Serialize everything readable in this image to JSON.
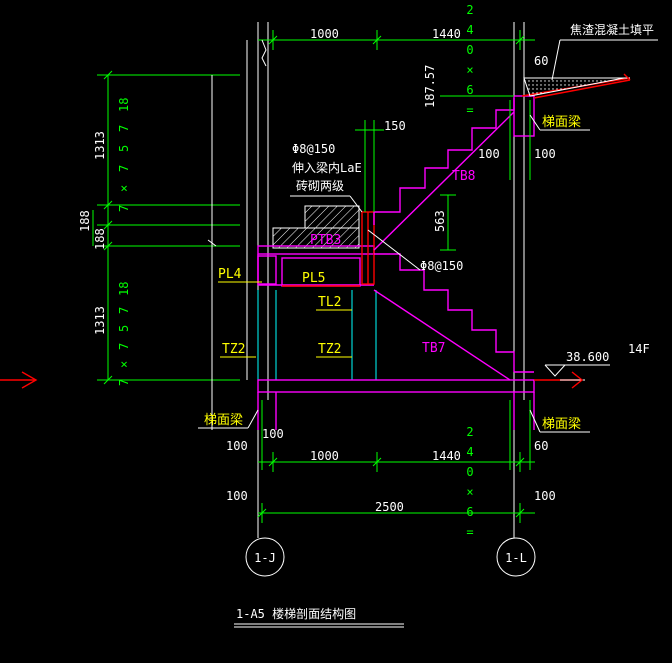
{
  "drawing": {
    "title": "1-A5 楼梯剖面结构图",
    "axis_left": "1-J",
    "axis_right": "1-L",
    "colors": {
      "background": "#000000",
      "dimension": "#00ff00",
      "outline": "#ffffff",
      "stair": "#ff00ff",
      "column": "#00ffff",
      "beam": "#ff0000",
      "label": "#ffff00"
    }
  },
  "dims": {
    "top_1000": "1000",
    "top_1440": "1440",
    "bottom_1000": "1000",
    "bottom_1440": "1440",
    "total_2500": "2500",
    "d150": "150",
    "d60_top": "60",
    "d100_right_a": "100",
    "d100_right_b": "100",
    "d100_right_c": "100",
    "d60_bottom": "60",
    "d100_left_a": "100",
    "d100_left_b": "100",
    "d100_left_c": "100",
    "d563": "563",
    "d187_57": "187.57",
    "d1313_top": "1313",
    "d1313_bottom": "1313",
    "d188_a": "188",
    "d188_b": "188",
    "vfrac_top": [
      "18",
      "7",
      "5",
      "7",
      "×",
      "7"
    ],
    "vfrac_bottom": [
      "18",
      "7",
      "5",
      "7",
      "×",
      "7"
    ],
    "vfrac_right_top": [
      "2",
      "4",
      "0",
      "×",
      "6",
      "="
    ],
    "vfrac_right_bottom": [
      "2",
      "4",
      "0",
      "×",
      "6",
      "="
    ]
  },
  "labels": {
    "fill_note": "焦渣混凝土填平",
    "beam_top": "梯面梁",
    "beam_left": "梯面梁",
    "beam_right": "梯面梁",
    "rebar_a": "Φ8@150",
    "rebar_note_1": "伸入梁内LaE",
    "rebar_note_2": "砖砌两级",
    "rebar_b": "Φ8@150",
    "ptb3": "PTB3",
    "pl4": "PL4",
    "pl5": "PL5",
    "tl2": "TL2",
    "tz2_a": "TZ2",
    "tz2_b": "TZ2",
    "tb8": "TB8",
    "tb7": "TB7",
    "elevation": "38.600",
    "floor": "14F"
  }
}
